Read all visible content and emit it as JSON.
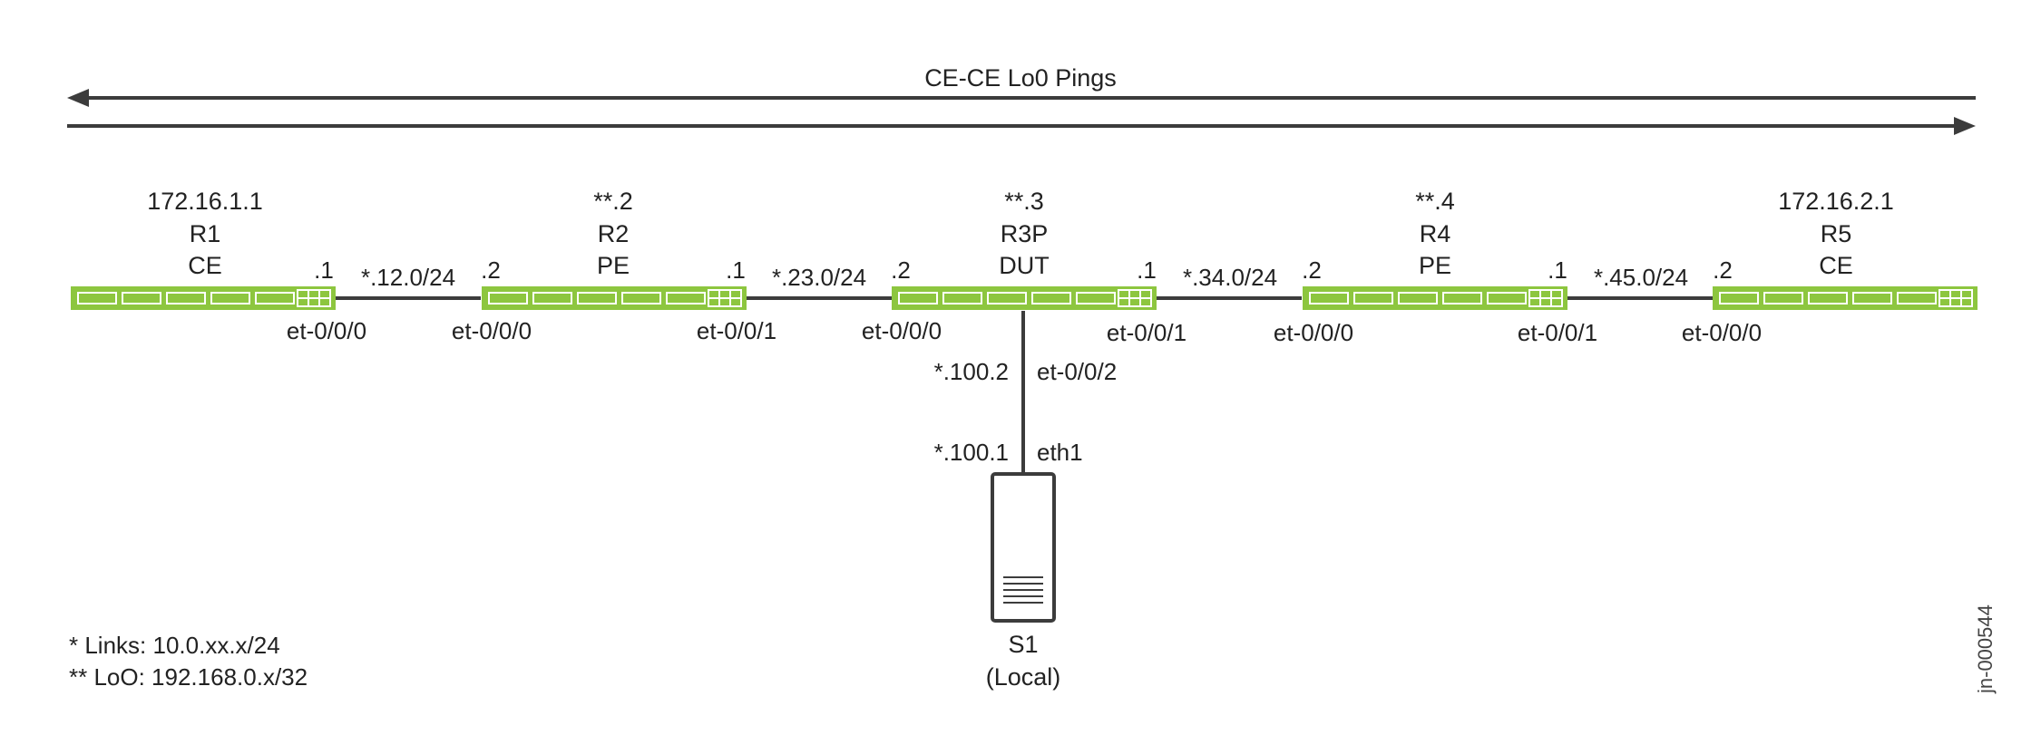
{
  "title": "CE-CE Lo0 Pings",
  "colors": {
    "router": "#8DC63F",
    "line": "#3C3C3C",
    "text": "#222222"
  },
  "routers": [
    {
      "addr": "172.16.1.1",
      "name": "R1",
      "role": "CE"
    },
    {
      "addr": "**.2",
      "name": "R2",
      "role": "PE"
    },
    {
      "addr": "**.3",
      "name": "R3P",
      "role": "DUT"
    },
    {
      "addr": "**.4",
      "name": "R4",
      "role": "PE"
    },
    {
      "addr": "172.16.2.1",
      "name": "R5",
      "role": "CE"
    }
  ],
  "links": [
    {
      "subnet": "*.12.0/24",
      "left_host": ".1",
      "right_host": ".2",
      "left_if": "et-0/0/0",
      "right_if": "et-0/0/0"
    },
    {
      "subnet": "*.23.0/24",
      "left_host": ".1",
      "right_host": ".2",
      "left_if": "et-0/0/1",
      "right_if": "et-0/0/0"
    },
    {
      "subnet": "*.34.0/24",
      "left_host": ".1",
      "right_host": ".2",
      "left_if": "et-0/0/1",
      "right_if": "et-0/0/0"
    },
    {
      "subnet": "*.45.0/24",
      "left_host": ".1",
      "right_host": ".2",
      "left_if": "et-0/0/1",
      "right_if": "et-0/0/0"
    }
  ],
  "server_link": {
    "top_addr": "*.100.2",
    "top_if": "et-0/0/2",
    "bottom_addr": "*.100.1",
    "bottom_if": "eth1"
  },
  "server": {
    "name": "S1",
    "location": "(Local)"
  },
  "legend": {
    "links": "* Links: 10.0.xx.x/24",
    "loopback": "** LoO: 192.168.0.x/32"
  },
  "figure_id": "jn-000544"
}
